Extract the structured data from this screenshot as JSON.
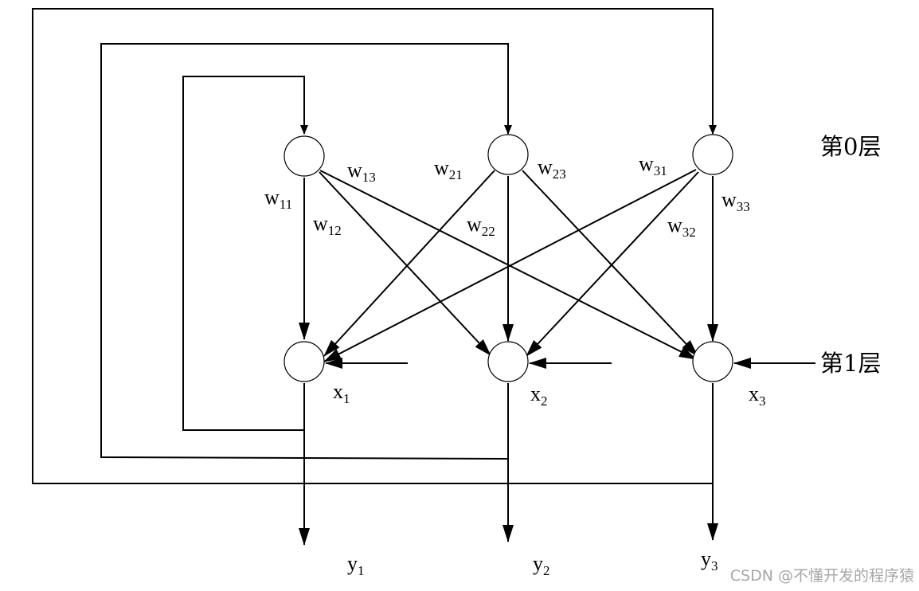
{
  "layers": {
    "layer0": "第0层",
    "layer1": "第1层"
  },
  "weights": {
    "w11": {
      "base": "w",
      "sub": "11"
    },
    "w12": {
      "base": "w",
      "sub": "12"
    },
    "w13": {
      "base": "w",
      "sub": "13"
    },
    "w21": {
      "base": "w",
      "sub": "21"
    },
    "w22": {
      "base": "w",
      "sub": "22"
    },
    "w23": {
      "base": "w",
      "sub": "23"
    },
    "w31": {
      "base": "w",
      "sub": "31"
    },
    "w32": {
      "base": "w",
      "sub": "32"
    },
    "w33": {
      "base": "w",
      "sub": "33"
    }
  },
  "inputs": {
    "x1": {
      "base": "x",
      "sub": "1"
    },
    "x2": {
      "base": "x",
      "sub": "2"
    },
    "x3": {
      "base": "x",
      "sub": "3"
    }
  },
  "outputs": {
    "y1": {
      "base": "y",
      "sub": "1"
    },
    "y2": {
      "base": "y",
      "sub": "2"
    },
    "y3": {
      "base": "y",
      "sub": "3"
    }
  },
  "watermark": "CSDN @不懂开发的程序猿"
}
